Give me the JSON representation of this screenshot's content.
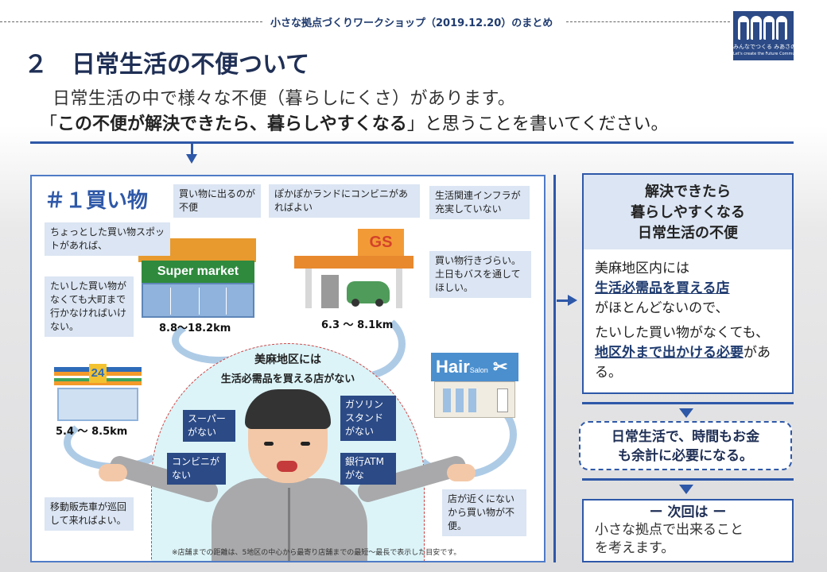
{
  "header": {
    "title": "小さな拠点づくりワークショップ（2019.12.20）のまとめ",
    "logo_text_jp": "みんなでつくる みあさのみらい",
    "logo_text_en": "Let's create the Future Community"
  },
  "section": {
    "title": "２　日常生活の不便ついて",
    "lead_line1": "日常生活の中で様々な不便（暮らしにくさ）があります。",
    "lead_line2_open": "「",
    "lead_line2_bold": "この不便が解決できたら、暮らしやすくなる",
    "lead_line2_rest": "」と思うことを書いてください。"
  },
  "panel": {
    "category_title": "＃１買い物",
    "notes": [
      "買い物に出るのが不便",
      "ぽかぽかランドにコンビニがあればよい",
      "生活関連インフラが充実していない",
      "ちょっとした買い物スポットがあれば、",
      "たいした買い物がなくても大町まで行かなければいけない。",
      "買い物行きづらい。土日もバスを通してほしい。",
      "移動販売車が巡回して来ればよい。",
      "店が近くにないから買い物が不便。"
    ],
    "stores": {
      "supermarket_sign": "Super market",
      "gs_sign": "GS",
      "convenience_sign": "24",
      "hair_sign": "Hair",
      "hair_sign_small": "Salon"
    },
    "distances": {
      "supermarket": "8.8～18.2km",
      "gas_station": "6.3 ～ 8.1km",
      "convenience": "5.4 ～ 8.5km"
    },
    "center": {
      "line1": "美麻地区には",
      "line2": "生活必需品を買える店がない",
      "tags": [
        "スーパーがない",
        "ガソリンスタンドがない",
        "コンビニがない",
        "銀行ATMがな"
      ]
    },
    "footnote": "※店舗までの距離は、5地区の中心から最寄り店舗までの最短～最長で表示した目安です。"
  },
  "right": {
    "heading_lines": [
      "解決できたら",
      "暮らしやすくなる",
      "日常生活の不便"
    ],
    "body_p1_a": "美麻地区内には",
    "body_p1_u": "生活必需品を買える店",
    "body_p1_b": "がほとんどないので、",
    "body_p2_a": "たいした買い物がなくても、",
    "body_p2_u": "地区外まで出かける必要",
    "body_p2_b": "がある。",
    "mid_line1": "日常生活で、時間もお金",
    "mid_line2": "も余計に必要になる。",
    "next_title": "ー 次回は ー",
    "next_line1": "小さな拠点で出来ること",
    "next_line2": "を考えます。"
  },
  "colors": {
    "accent": "#2e58a8",
    "navy": "#1f2f55",
    "note_bg": "#dbe5f3",
    "dome_bg": "#dcf4f8",
    "tag_bg": "#2b4a86"
  }
}
